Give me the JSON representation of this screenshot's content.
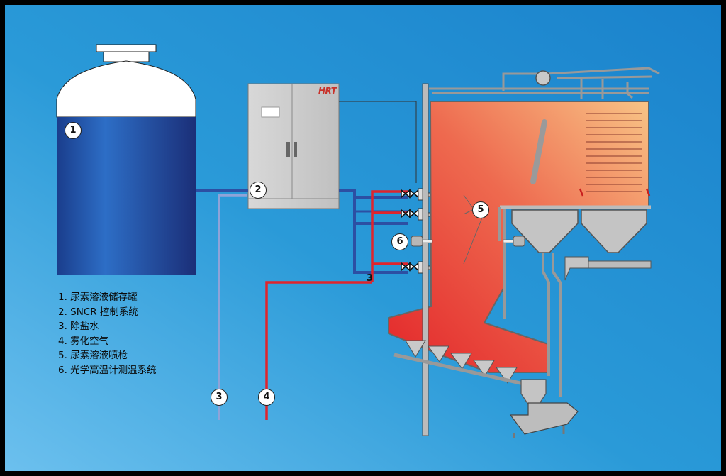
{
  "colors": {
    "background_top": "#2b9bd8",
    "background_bottom": "#58b4e6",
    "frame": "#000000",
    "tank_liquid": "#1a4a9a",
    "furnace": "#e8453a",
    "furnace_light": "#f7b07a",
    "urea_pipe": "#2c4fa3",
    "water_pipe": "#8fa3d8",
    "air_pipe": "#e0242c",
    "steel": "#b8b8b8"
  },
  "logo": "HRT",
  "badges": {
    "tank": "1",
    "control": "2",
    "water": "3",
    "air": "4",
    "lances": "5",
    "pyrometer": "6"
  },
  "pipe_label_3": "3",
  "legend": [
    "1. 尿素溶液储存罐",
    "2. SNCR 控制系统",
    "3. 除盐水",
    "4. 雾化空气",
    "5. 尿素溶液喷枪",
    "6. 光学高温计测温系统"
  ]
}
